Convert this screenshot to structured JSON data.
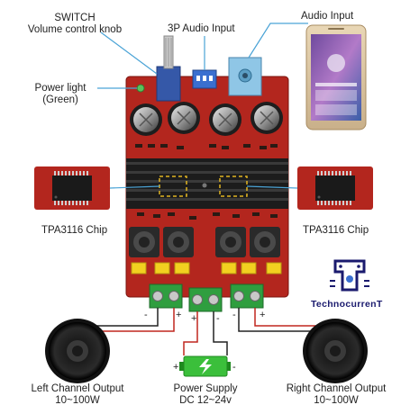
{
  "labels": {
    "switch_line1": "SWITCH",
    "switch_line2": "Volume control knob",
    "audio3p": "3P Audio Input",
    "audio_input": "Audio Input",
    "power_light_line1": "Power light",
    "power_light_line2": "(Green)",
    "chip_left": "TPA3116 Chip",
    "chip_right": "TPA3116 Chip",
    "left_output_line1": "Left Channel Output",
    "left_output_line2": "10~100W",
    "power_supply_line1": "Power Supply",
    "power_supply_line2": "DC 12~24v",
    "right_output_line1": "Right Channel Output",
    "right_output_line2": "10~100W"
  },
  "brand": {
    "name": "TechnocurrenT"
  },
  "terminal_signs": {
    "minus": "-",
    "plus": "+"
  },
  "colors": {
    "pcb": "#b3261e",
    "pcb_dark": "#8e1a14",
    "heatsink": "#1c1c1c",
    "leader": "#4aa3d6",
    "terminal": "#2f9e3f",
    "battery": "#3bbf3b",
    "brand": "#1a1a6e"
  }
}
